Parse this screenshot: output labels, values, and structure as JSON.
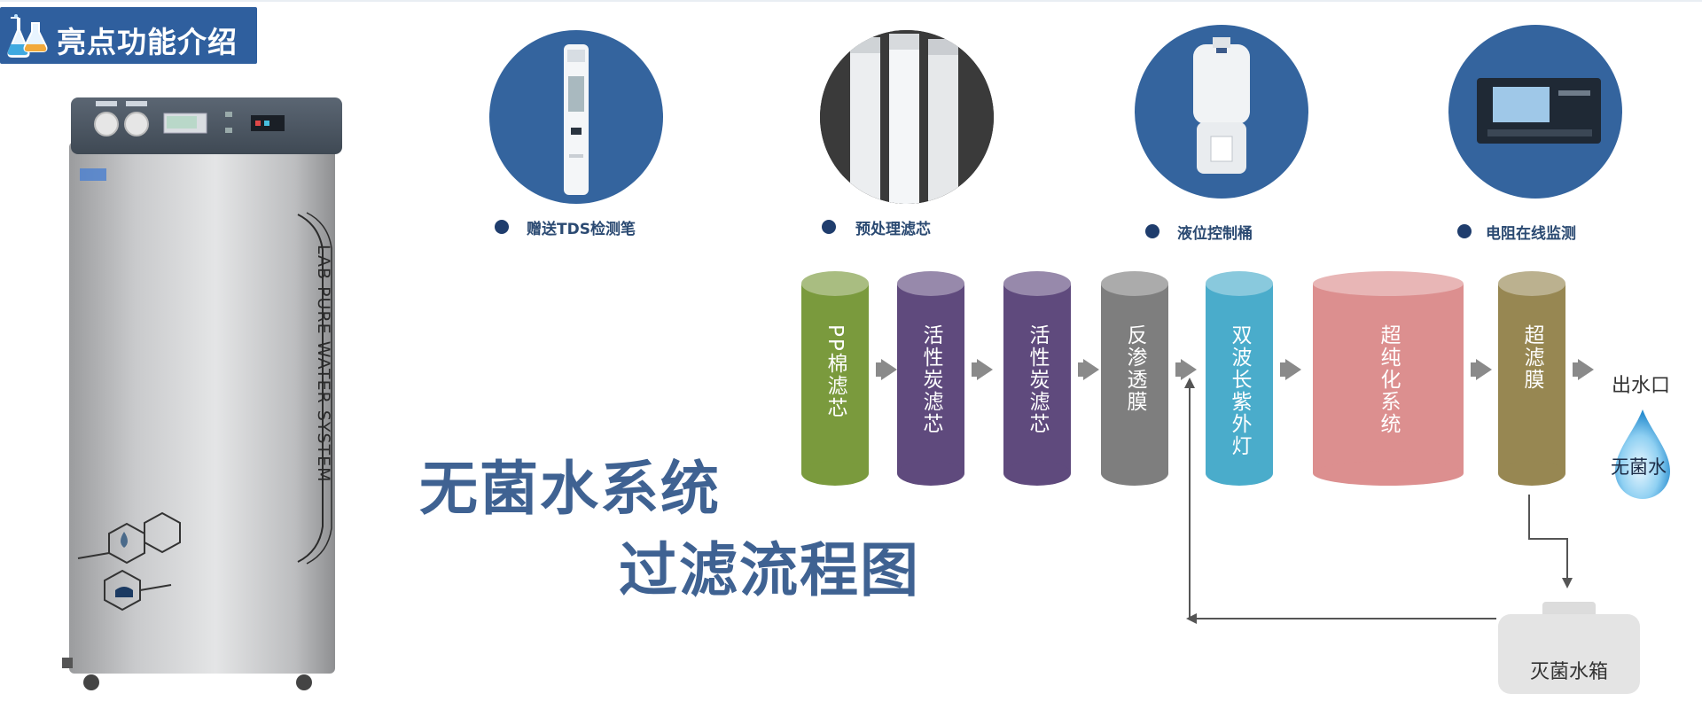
{
  "header": {
    "title": "亮点功能介绍"
  },
  "cabinet": {
    "side_text": "LAB PURE WATER SYSTEM"
  },
  "features": [
    {
      "label": "赠送TDS检测笔",
      "icon": "tds-pen-icon"
    },
    {
      "label": "预处理滤芯",
      "icon": "filter-cartridge-icon"
    },
    {
      "label": "液位控制桶",
      "icon": "level-tank-icon"
    },
    {
      "label": "电阻在线监测",
      "icon": "resistivity-monitor-icon"
    }
  ],
  "title": {
    "line1": "无菌水系统",
    "line2": "过滤流程图"
  },
  "stages": [
    {
      "label": "PP棉滤芯",
      "color": "#7a9a3d"
    },
    {
      "label": "活性炭滤芯",
      "color": "#5f4a7d"
    },
    {
      "label": "活性炭滤芯",
      "color": "#5f4a7d"
    },
    {
      "label": "反渗透膜",
      "color": "#7e7e7e"
    },
    {
      "label": "双波长紫外灯",
      "color": "#4aaccb"
    },
    {
      "label": "超纯化系统",
      "color": "#dc8f8f"
    },
    {
      "label": "超滤膜",
      "color": "#978752"
    }
  ],
  "outlet": {
    "label": "出水口",
    "drop_label": "无菌水"
  },
  "tank": {
    "label": "灭菌水箱"
  }
}
